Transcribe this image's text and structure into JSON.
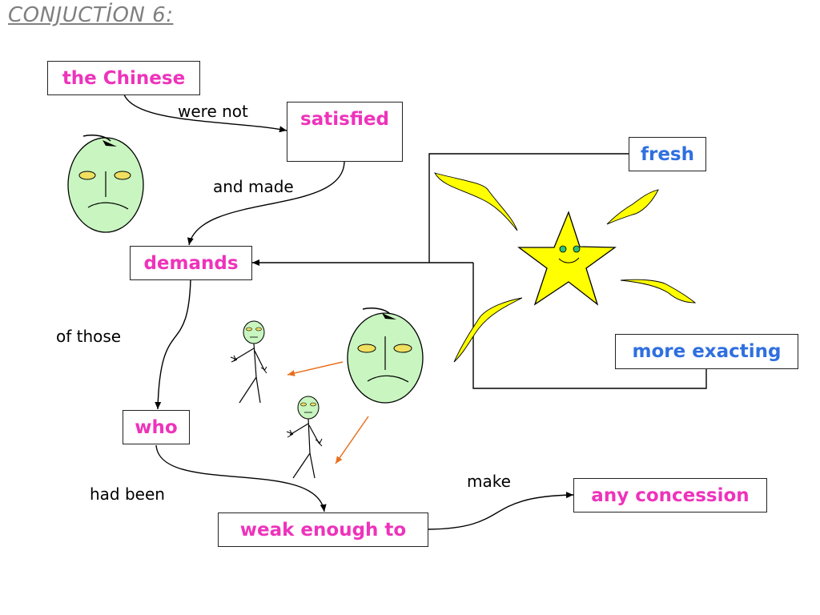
{
  "title": "CONJUCTİON 6:",
  "nodes": {
    "the_chinese": "the Chinese",
    "satisfied": "satisfied",
    "demands": "demands",
    "who": "who",
    "weak_enough_to": "weak enough to",
    "any_concession": "any concession",
    "fresh": "fresh",
    "more_exacting": "more exacting"
  },
  "edge_labels": {
    "were_not": "were not",
    "and_made": "and made",
    "of_those": "of those",
    "had_been": "had been",
    "make": "make"
  },
  "colors": {
    "key_phrase": "#ee33bb",
    "modifier": "#2f6fe0",
    "face": "#c8f5c0",
    "star": "#ffff00",
    "accent_arrow": "#e8701c"
  },
  "icons": [
    "chinese-face-icon",
    "star-icon",
    "stick-figure-icon"
  ]
}
